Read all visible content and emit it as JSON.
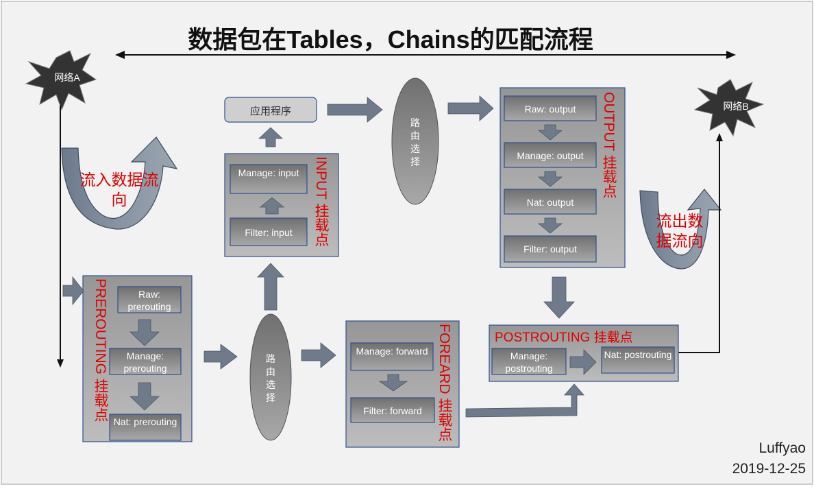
{
  "title": "数据包在Tables，Chains的匹配流程",
  "network_a": "网络A",
  "network_b": "网络B",
  "inflow": "流入数据流向",
  "outflow": "流出数据流向",
  "app": "应用程序",
  "routing_top": "路由选择",
  "routing_bottom": "路由选择",
  "prerouting": {
    "hook": "PREROUTING 挂载点",
    "raw": "Raw: prerouting",
    "mangle": "Manage: prerouting",
    "nat": "Nat: prerouting"
  },
  "input": {
    "hook": "INPUT 挂载点",
    "mangle": "Manage: input",
    "filter": "Filter: input"
  },
  "output": {
    "hook": "OUTPUT 挂载点",
    "raw": "Raw: output",
    "mangle": "Manage: output",
    "nat": "Nat: output",
    "filter": "Filter: output"
  },
  "forward": {
    "hook": "FOREARD 挂载点",
    "mangle": "Manage: forward",
    "filter": "Filter: forward"
  },
  "postrouting": {
    "hook": "POSTROUTING 挂载点",
    "mangle": "Manage: postrouting",
    "nat": "Nat: postrouting"
  },
  "author": "Luffyao",
  "date": "2019-12-25",
  "colors": {
    "background": "#f2f2f2",
    "box_gray": "#8c8c8c",
    "border_blue": "#2f4f8f",
    "arrow_fill": "#6f7b8a",
    "hook_red": "#e00000"
  }
}
